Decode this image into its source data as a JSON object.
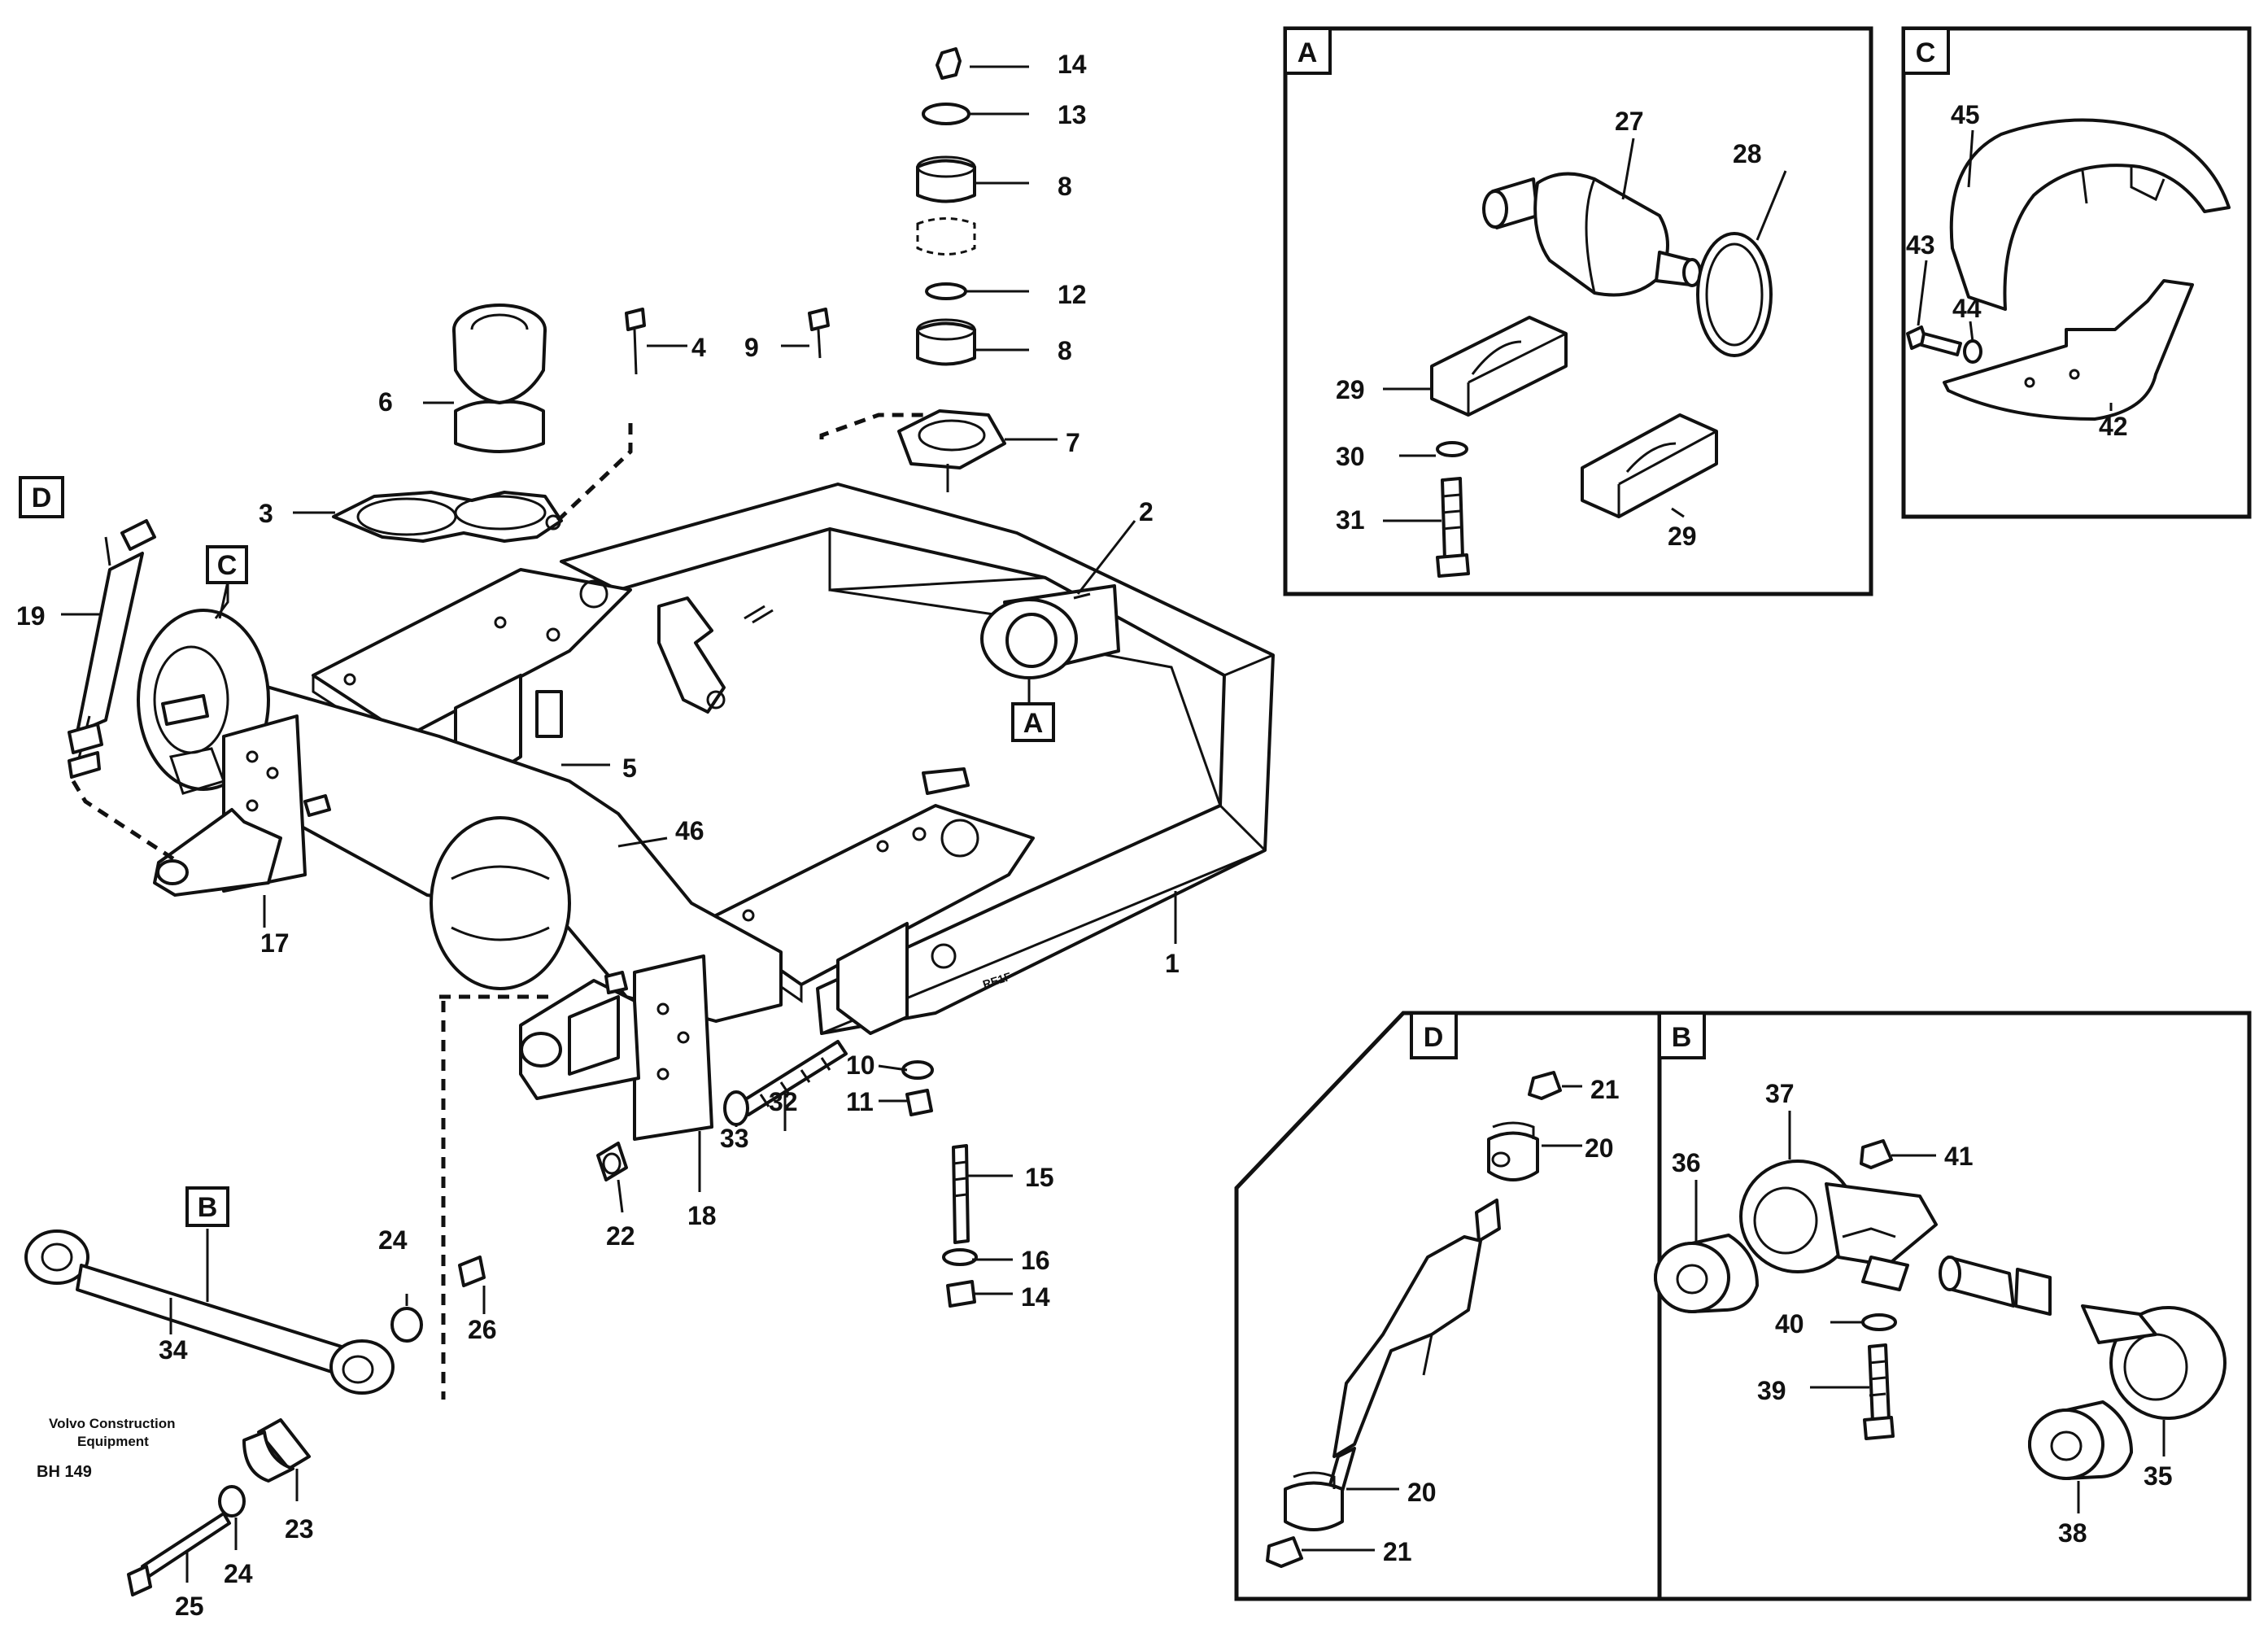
{
  "labels": {
    "p1": "1",
    "p2": "2",
    "p3": "3",
    "p4": "4",
    "p5": "5",
    "p6": "6",
    "p7": "7",
    "p8a": "8",
    "p8b": "8",
    "p9": "9",
    "p10": "10",
    "p11": "11",
    "p12": "12",
    "p13": "13",
    "p14a": "14",
    "p14b": "14",
    "p15": "15",
    "p16": "16",
    "p17": "17",
    "p18": "18",
    "p19": "19",
    "p20a": "20",
    "p20b": "20",
    "p21a": "21",
    "p21b": "21",
    "p22": "22",
    "p23": "23",
    "p24a": "24",
    "p24b": "24",
    "p25": "25",
    "p26": "26",
    "p27": "27",
    "p28": "28",
    "p29a": "29",
    "p29b": "29",
    "p30": "30",
    "p31": "31",
    "p32": "32",
    "p33": "33",
    "p34": "34",
    "p35": "35",
    "p36": "36",
    "p37": "37",
    "p38": "38",
    "p39": "39",
    "p40": "40",
    "p41": "41",
    "p42": "42",
    "p43": "43",
    "p44": "44",
    "p45": "45",
    "p46": "46"
  },
  "callouts": {
    "A_main": "A",
    "B_main": "B",
    "C_main": "C",
    "D_main": "D",
    "A_detail": "A",
    "B_detail": "B",
    "C_detail": "C",
    "D_detail": "D"
  },
  "credit": {
    "line1": "Volvo Construction",
    "line2": "Equipment",
    "code": "BH 149"
  },
  "stamp": "RE1F"
}
